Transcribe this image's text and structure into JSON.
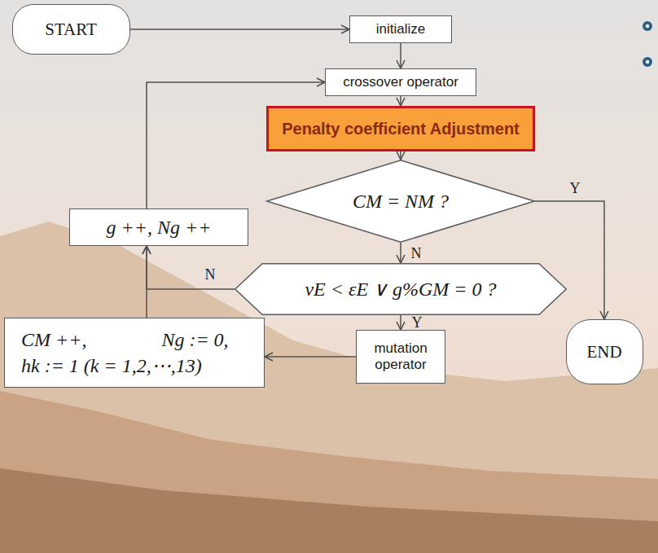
{
  "diagram": {
    "nodes": [
      {
        "text": [
          "START"
        ]
      },
      {
        "text": [
          "initialize"
        ]
      },
      {
        "text": [
          "crossover operator"
        ]
      },
      {
        "text": [
          "Penalty coefficient Adjustment"
        ]
      },
      {
        "text": [
          "CM = NM ?"
        ]
      },
      {
        "text": [
          "g ++, Ng ++"
        ]
      },
      {
        "text": [
          "vE < εE ∨ g%GM = 0 ?"
        ]
      },
      {
        "text": [
          "CM ++,",
          "Ng := 0,",
          "hk := 1 (k = 1,2,⋯,13)"
        ]
      },
      {
        "text": [
          "mutation operator"
        ]
      },
      {
        "text": [
          "END"
        ]
      }
    ],
    "edges": [
      {
        "from": 0,
        "to": 1,
        "arrow": "to"
      },
      {
        "from": 1,
        "to": 2,
        "arrow": "to"
      },
      {
        "from": 2,
        "to": 3,
        "arrow": "to"
      },
      {
        "from": 3,
        "to": 4,
        "arrow": "to"
      },
      {
        "from": 4,
        "to": 9,
        "label": "Y",
        "arrow": "to"
      },
      {
        "from": 4,
        "to": 6,
        "label": "N",
        "arrow": "to"
      },
      {
        "from": 6,
        "to": 5,
        "label": "N",
        "arrow": "to"
      },
      {
        "from": 6,
        "to": 8,
        "label": "Y",
        "arrow": "to"
      },
      {
        "from": 8,
        "to": 7,
        "arrow": "to"
      },
      {
        "from": 7,
        "to": 5,
        "arrow": "to"
      },
      {
        "from": 5,
        "to": 2,
        "arrow": "to"
      }
    ]
  }
}
